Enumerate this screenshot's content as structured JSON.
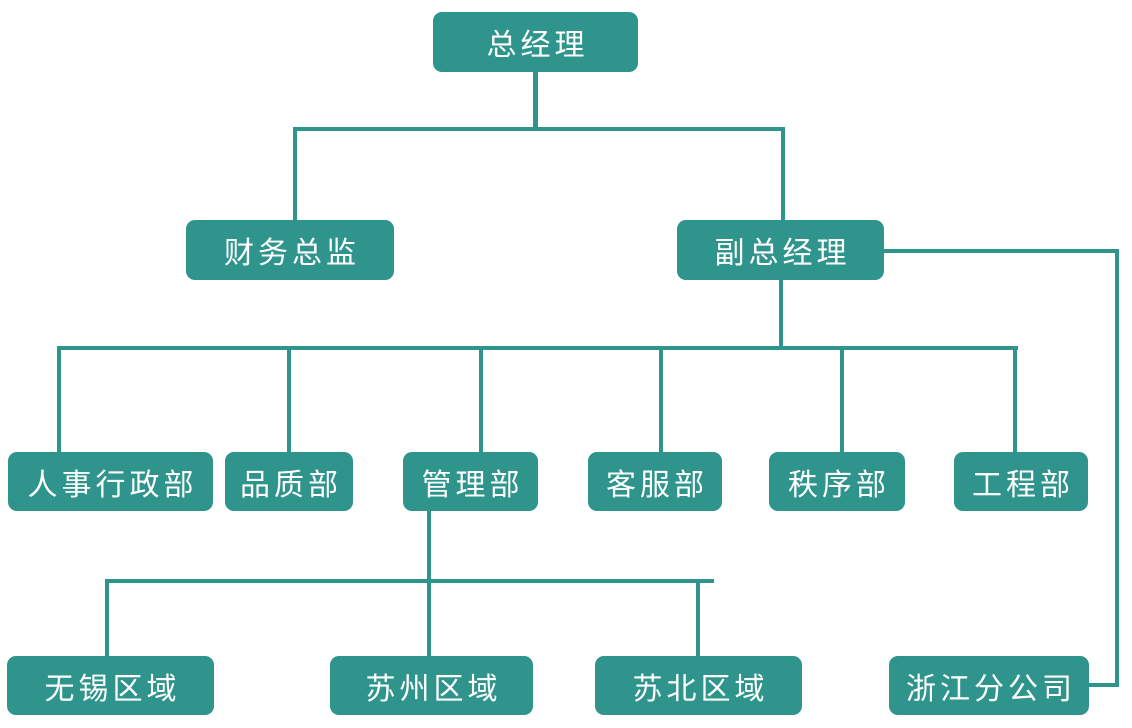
{
  "diagram_type": "org-chart",
  "colors": {
    "node_fill": "#2e948c",
    "connector": "#2e948c",
    "node_text": "#ffffff",
    "background": "#ffffff"
  },
  "nodes": {
    "general_manager": {
      "label": "总经理"
    },
    "finance_director": {
      "label": "财务总监"
    },
    "deputy_gm": {
      "label": "副总经理"
    },
    "hr_admin_dept": {
      "label": "人事行政部"
    },
    "quality_dept": {
      "label": "品质部"
    },
    "management_dept": {
      "label": "管理部"
    },
    "customer_service_dept": {
      "label": "客服部"
    },
    "order_dept": {
      "label": "秩序部"
    },
    "engineering_dept": {
      "label": "工程部"
    },
    "wuxi_region": {
      "label": "无锡区域"
    },
    "suzhou_region": {
      "label": "苏州区域"
    },
    "subei_region": {
      "label": "苏北区域"
    },
    "zhejiang_branch": {
      "label": "浙江分公司"
    }
  },
  "edges": [
    [
      "general_manager",
      "finance_director"
    ],
    [
      "general_manager",
      "deputy_gm"
    ],
    [
      "deputy_gm",
      "hr_admin_dept"
    ],
    [
      "deputy_gm",
      "quality_dept"
    ],
    [
      "deputy_gm",
      "management_dept"
    ],
    [
      "deputy_gm",
      "customer_service_dept"
    ],
    [
      "deputy_gm",
      "order_dept"
    ],
    [
      "deputy_gm",
      "engineering_dept"
    ],
    [
      "deputy_gm",
      "zhejiang_branch"
    ],
    [
      "management_dept",
      "wuxi_region"
    ],
    [
      "management_dept",
      "suzhou_region"
    ],
    [
      "management_dept",
      "subei_region"
    ]
  ]
}
